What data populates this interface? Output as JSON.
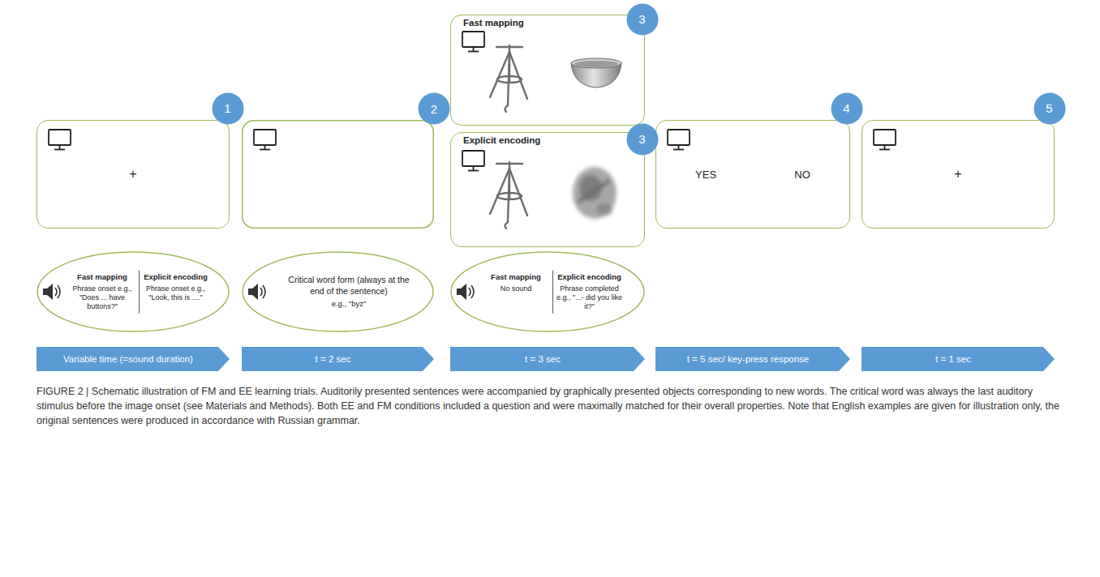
{
  "diagram": {
    "caption": "FIGURE 2 | Schematic illustration of FM and EE learning trials. Auditorily presented sentences were accompanied by graphically presented objects corresponding to new words. The critical word was always the last auditory stimulus before the image onset (see Materials and Methods). Both EE and FM conditions included a question and were maximally matched for their overall properties. Note that English examples are given for illustration only, the original sentences were produced in accordance with Russian grammar.",
    "nodes": [
      {
        "text": [
          "+"
        ]
      },
      {
        "text": [
          "1"
        ],
        "in": 0
      },
      {
        "text": [
          "2"
        ]
      },
      {
        "text": [
          "Fast mapping"
        ]
      },
      {
        "text": [
          "3"
        ],
        "in": 3
      },
      {
        "text": [
          "Explicit encoding"
        ]
      },
      {
        "text": [
          "3"
        ],
        "in": 5
      },
      {
        "text": [
          "YES",
          "NO"
        ]
      },
      {
        "text": [
          "4"
        ],
        "in": 7
      },
      {
        "text": [
          "+"
        ]
      },
      {
        "text": [
          "5"
        ],
        "in": 9
      },
      {
        "text": [
          "Fast mapping",
          "Explicit encoding",
          "Phrase onset e.g., \"Does ... have buttons?\"",
          "Phrase onset e.g., \"Look, this is ....\""
        ]
      },
      {
        "text": [
          "Critical word form (always at the end of the sentence)",
          "e.g., \"byz\""
        ]
      },
      {
        "text": [
          "Fast mapping",
          "Explicit encoding",
          "No sound",
          "Phrase completed e.g., \"...- did you like it?\""
        ]
      },
      {
        "text": [
          "Variable time (=sound duration)"
        ]
      },
      {
        "text": [
          "t = 2 sec"
        ]
      },
      {
        "text": [
          "t = 3 sec"
        ]
      },
      {
        "text": [
          "t = 5 sec/ key-press response"
        ]
      },
      {
        "text": [
          "t = 1 sec"
        ]
      }
    ]
  }
}
